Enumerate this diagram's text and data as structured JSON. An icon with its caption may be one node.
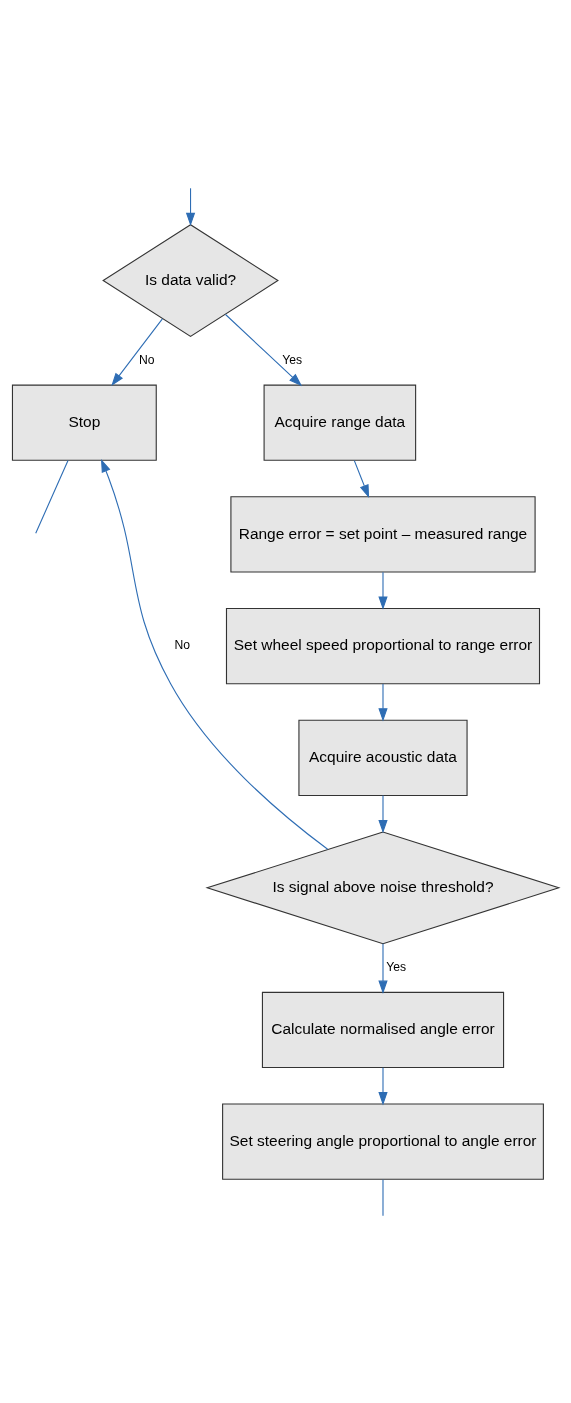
{
  "diagram": {
    "nodes": [
      {
        "text": [
          "Is data valid?"
        ]
      },
      {
        "text": [
          "Stop"
        ]
      },
      {
        "text": [
          "Acquire range data"
        ]
      },
      {
        "text": [
          "Range error = set point – measured range"
        ]
      },
      {
        "text": [
          "Set wheel speed proportional to range error"
        ]
      },
      {
        "text": [
          "Acquire acoustic data"
        ]
      },
      {
        "text": [
          "Is signal above noise threshold?"
        ]
      },
      {
        "text": [
          "Calculate normalised angle error"
        ]
      },
      {
        "text": [
          "Set steering angle proportional to angle error"
        ]
      }
    ],
    "edges": [
      {
        "from": null,
        "to": 0,
        "arrow": "to"
      },
      {
        "from": 0,
        "to": 1,
        "label": "No",
        "arrow": "to"
      },
      {
        "from": 0,
        "to": 2,
        "label": "Yes",
        "arrow": "to"
      },
      {
        "from": 1,
        "to": null,
        "arrow": "none"
      },
      {
        "from": 2,
        "to": 3,
        "arrow": "to"
      },
      {
        "from": 3,
        "to": 4,
        "arrow": "to"
      },
      {
        "from": 4,
        "to": 5,
        "arrow": "to"
      },
      {
        "from": 5,
        "to": 6,
        "arrow": "to"
      },
      {
        "from": 6,
        "to": 1,
        "label": "No",
        "arrow": "to"
      },
      {
        "from": 6,
        "to": 7,
        "label": "Yes",
        "arrow": "to"
      },
      {
        "from": 7,
        "to": 8,
        "arrow": "to"
      },
      {
        "from": 8,
        "to": null,
        "arrow": "none"
      }
    ]
  }
}
